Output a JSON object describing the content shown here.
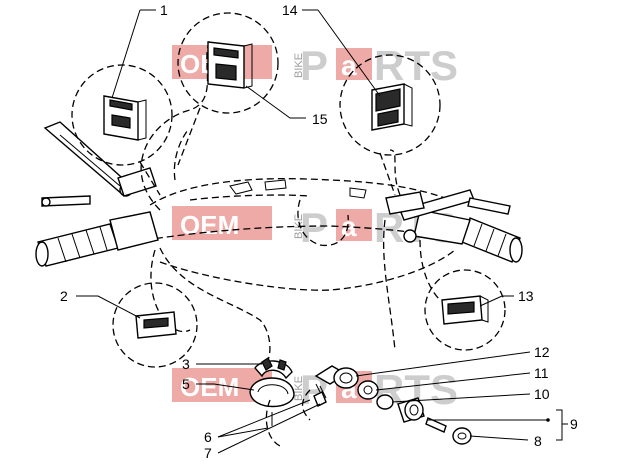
{
  "watermark": {
    "brand_left": "OEM",
    "brand_small": "BIKE",
    "brand_right_1": "P",
    "brand_right_2": "a",
    "brand_right_3": "RTS",
    "accent_color": "#e0645c",
    "gray_color": "#bdbdbd"
  },
  "callouts": [
    {
      "id": "1",
      "label": "1"
    },
    {
      "id": "14",
      "label": "14"
    },
    {
      "id": "15",
      "label": "15"
    },
    {
      "id": "2",
      "label": "2"
    },
    {
      "id": "13",
      "label": "13"
    },
    {
      "id": "3",
      "label": "3"
    },
    {
      "id": "5",
      "label": "5"
    },
    {
      "id": "6",
      "label": "6"
    },
    {
      "id": "7",
      "label": "7"
    },
    {
      "id": "12",
      "label": "12"
    },
    {
      "id": "11",
      "label": "11"
    },
    {
      "id": "10",
      "label": "10"
    },
    {
      "id": "9",
      "label": "9"
    },
    {
      "id": "8",
      "label": "8"
    }
  ]
}
